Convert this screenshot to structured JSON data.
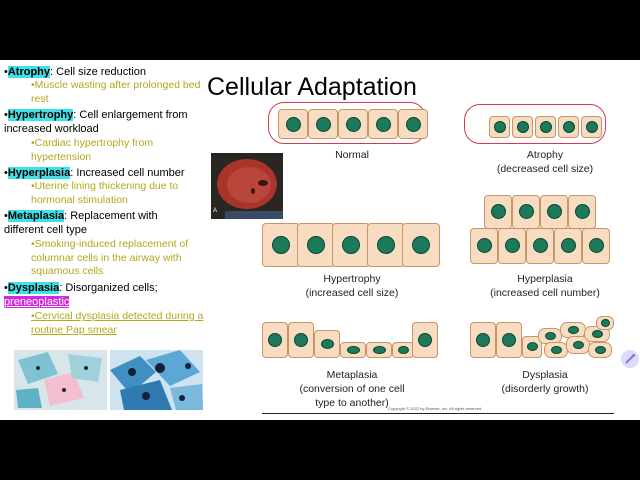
{
  "slide": {
    "title": "Cellular Adaptation",
    "bullets": [
      {
        "prefix": "•",
        "term": "Atrophy",
        "rest": ": Cell size reduction",
        "example": "•Muscle wasting after prolonged bed rest"
      },
      {
        "prefix": "•",
        "term": "Hypertrophy",
        "rest": ": Cell enlargement from increased workload",
        "example": "•Cardiac hypertrophy from hypertension"
      },
      {
        "prefix": "•",
        "term": "Hyperplasia",
        "rest": ": Increased cell number",
        "example": "•Uterine lining thickening due to hormonal stimulation"
      },
      {
        "prefix": "•",
        "term": "Metaplasia",
        "rest": ": Replacement with different cell type",
        "example": "•Smoking-induced replacement of columnar cells in the airway with squamous cells"
      },
      {
        "prefix": "•",
        "term": "Dysplasia",
        "rest": ": Disorganized cells;",
        "extra": "preneoplastic",
        "example": "•Cervical dysplasia detected during a routine Pap smear"
      }
    ],
    "figure": {
      "normal": "Normal",
      "atrophy": [
        "Atrophy",
        "(decreased cell size)"
      ],
      "hypertrophy": [
        "Hypertrophy",
        "(increased cell size)"
      ],
      "hyperplasia": [
        "Hyperplasia",
        "(increased cell number)"
      ],
      "metaplasia": [
        "Metaplasia",
        "(conversion of one cell",
        "type to another)"
      ],
      "dysplasia": [
        "Dysplasia",
        "(disorderly growth)"
      ],
      "copyright": "Copyright © 2022 by Elsevier, Inc. All rights reserved."
    },
    "colors": {
      "highlight": "#3fe0e6",
      "preneoplastic_bg": "#cf2bd7",
      "example_text": "#b1a81c",
      "cell_fill": "#f7dcc2",
      "nucleus": "#1a7a5a",
      "ring": "#d73b4a"
    },
    "photo_marker": "A"
  },
  "player": {
    "pen_icon": "pencil-icon"
  }
}
